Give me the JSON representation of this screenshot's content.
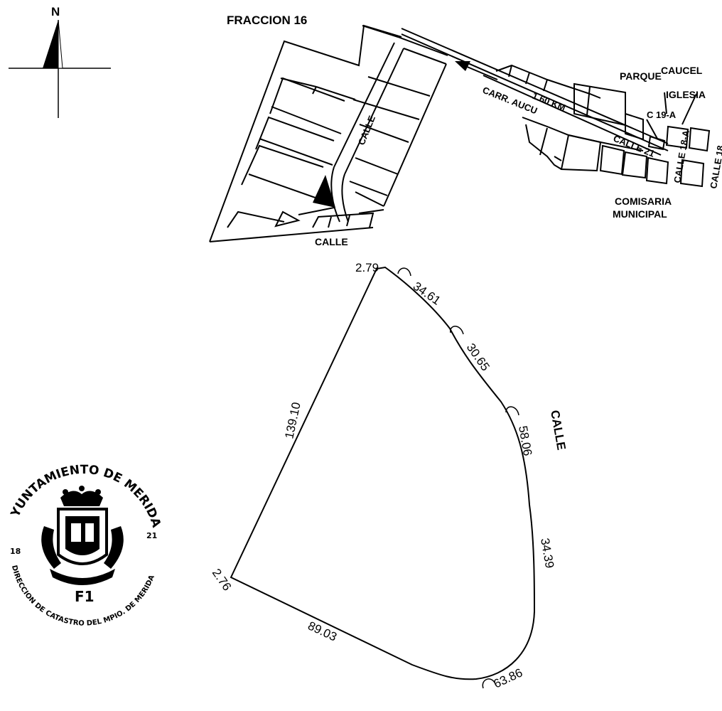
{
  "north_label": "N",
  "title": "FRACCION 16",
  "locality": {
    "town": "CAUCEL",
    "parque": "PARQUE",
    "iglesia": "IGLESIA",
    "comisaria_line1": "COMISARIA",
    "comisaria_line2": "MUNICIPAL",
    "road": "CARR. AUCU",
    "distance": "1.60 KM"
  },
  "streets": {
    "calle_vertical": "CALLE",
    "calle_bottom": "CALLE",
    "c19a": "C 19-A",
    "calle21": "CALLE 21",
    "calle18a": "CALLE 18-A",
    "calle18": "CALLE 18",
    "calle_parcel": "CALLE"
  },
  "parcel_dimensions": {
    "top_corner": "2.79",
    "arc1": "34.61",
    "arc2": "30.65",
    "arc3": "58.06",
    "side_east": "34.39",
    "arc_south": "63.86",
    "side_south": "89.03",
    "side_west": "139.10",
    "bottom_corner": "2.76"
  },
  "seal": {
    "ring_text": "YUNTAMIENTO DE MERIDA",
    "year_left": "18",
    "year_right": "21",
    "lower_text": "DIRECCION DE CATASTRO DEL MPIO. DE MERIDA",
    "code": "F1"
  }
}
